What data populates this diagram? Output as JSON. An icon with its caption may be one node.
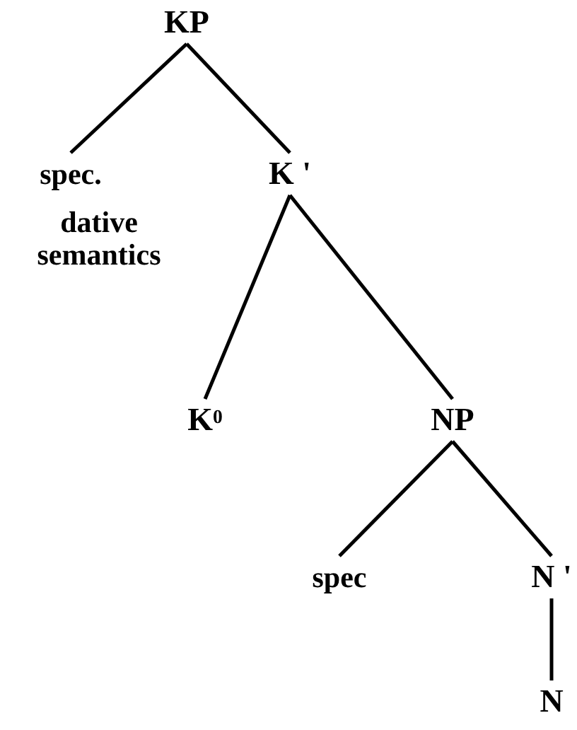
{
  "diagram": {
    "nodes": [
      {
        "text": [
          "KP"
        ]
      },
      {
        "text": [
          "spec."
        ],
        "beside": [
          "dative semantics"
        ]
      },
      {
        "text": [
          "K '"
        ]
      },
      {
        "text": [
          "K$^{0}$"
        ]
      },
      {
        "text": [
          "NP"
        ]
      },
      {
        "text": [
          "spec"
        ]
      },
      {
        "text": [
          "N '"
        ]
      },
      {
        "text": [
          "N"
        ]
      }
    ],
    "edges": [
      {
        "from": 0,
        "to": 1,
        "arrow": "none"
      },
      {
        "from": 0,
        "to": 2,
        "arrow": "none"
      },
      {
        "from": 2,
        "to": 3,
        "arrow": "none"
      },
      {
        "from": 2,
        "to": 4,
        "arrow": "none"
      },
      {
        "from": 4,
        "to": 5,
        "arrow": "none"
      },
      {
        "from": 4,
        "to": 6,
        "arrow": "none"
      },
      {
        "from": 6,
        "to": 7,
        "arrow": "none"
      }
    ]
  }
}
